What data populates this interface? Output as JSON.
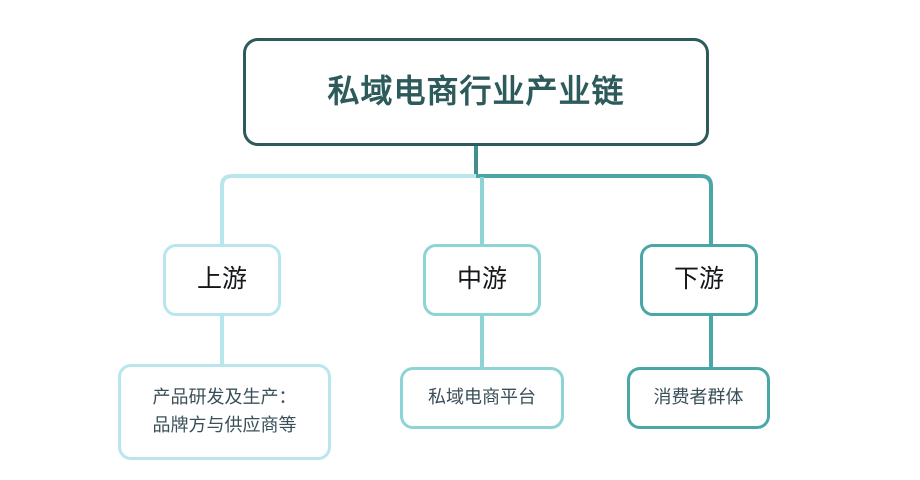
{
  "diagram": {
    "type": "industry-chain-tree",
    "background_color": "#ffffff",
    "root": {
      "label": "私域电商行业产业链",
      "border_color": "#2d5a5a",
      "text_color": "#2d5a5a"
    },
    "branches": [
      {
        "key": "upstream",
        "tier_label": "上游",
        "leaf_label": "产品研发及生产：\n品牌方与供应商等",
        "leaf_line_1": "产品研发及生产：",
        "leaf_line_2": "品牌方与供应商等",
        "color": "#b8e6ec",
        "text_color": "#3a4f58"
      },
      {
        "key": "midstream",
        "tier_label": "中游",
        "leaf_label": "私域电商平台",
        "leaf_line_1": "私域电商平台",
        "leaf_line_2": "",
        "color": "#8ed4d4",
        "text_color": "#3a4f58"
      },
      {
        "key": "downstream",
        "tier_label": "下游",
        "leaf_label": "消费者群体",
        "leaf_line_1": "消费者群体",
        "leaf_line_2": "",
        "color": "#49a7a7",
        "text_color": "#3a4f58"
      }
    ],
    "connectors": {
      "stem_color": "#3f8f8f",
      "rail_left_color": "#b8e6ec",
      "rail_right_color": "#49a7a7",
      "center_drop_color": "#8ed4d4"
    }
  }
}
